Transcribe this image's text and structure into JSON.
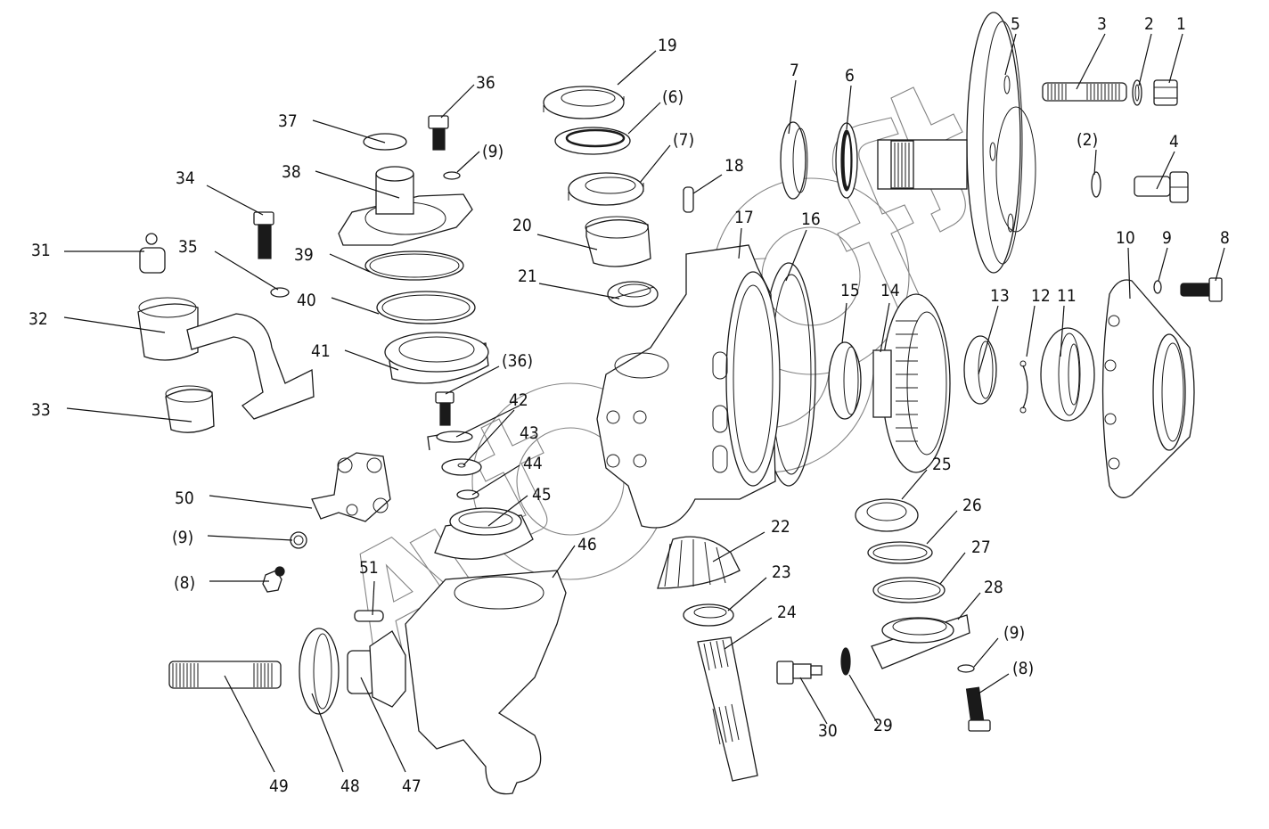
{
  "diagram": {
    "title": "Exploded view – angle gearbox / axle hub assembly",
    "watermark": "Altecsoft",
    "callouts": [
      {
        "label": "1",
        "part": "nut"
      },
      {
        "label": "2",
        "part": "washer"
      },
      {
        "label": "3",
        "part": "stud"
      },
      {
        "label": "(2)",
        "part": "washer"
      },
      {
        "label": "4",
        "part": "wheel bolt"
      },
      {
        "label": "5",
        "part": "hub flange shaft"
      },
      {
        "label": "6",
        "part": "oil seal"
      },
      {
        "label": "7",
        "part": "bearing"
      },
      {
        "label": "8",
        "part": "bolt"
      },
      {
        "label": "9",
        "part": "spring washer"
      },
      {
        "label": "10",
        "part": "side cover"
      },
      {
        "label": "11",
        "part": "bearing"
      },
      {
        "label": "12",
        "part": "circlip"
      },
      {
        "label": "13",
        "part": "spacer"
      },
      {
        "label": "14",
        "part": "crown gear"
      },
      {
        "label": "15",
        "part": "bearing"
      },
      {
        "label": "16",
        "part": "gasket"
      },
      {
        "label": "17",
        "part": "gearbox housing"
      },
      {
        "label": "18",
        "part": "dowel pin"
      },
      {
        "label": "19",
        "part": "dust ring"
      },
      {
        "label": "(6)",
        "part": "oil seal"
      },
      {
        "label": "(7)",
        "part": "bearing"
      },
      {
        "label": "20",
        "part": "bushing"
      },
      {
        "label": "21",
        "part": "needle bearing"
      },
      {
        "label": "22",
        "part": "bevel pinion"
      },
      {
        "label": "23",
        "part": "shim"
      },
      {
        "label": "24",
        "part": "splined shaft"
      },
      {
        "label": "25",
        "part": "bearing"
      },
      {
        "label": "26",
        "part": "shim"
      },
      {
        "label": "27",
        "part": "o-ring"
      },
      {
        "label": "28",
        "part": "bottom cover"
      },
      {
        "label": "(9)",
        "part": "spring washer"
      },
      {
        "label": "(8)",
        "part": "bolt"
      },
      {
        "label": "29",
        "part": "seal washer"
      },
      {
        "label": "30",
        "part": "drain plug"
      },
      {
        "label": "31",
        "part": "grease nipple"
      },
      {
        "label": "32",
        "part": "steering arm"
      },
      {
        "label": "33",
        "part": "bushing"
      },
      {
        "label": "34",
        "part": "bolt"
      },
      {
        "label": "35",
        "part": "washer"
      },
      {
        "label": "36",
        "part": "bolt"
      },
      {
        "label": "(9)",
        "part": "spring washer"
      },
      {
        "label": "37",
        "part": "cap"
      },
      {
        "label": "38",
        "part": "king pin cover"
      },
      {
        "label": "39",
        "part": "o-ring"
      },
      {
        "label": "40",
        "part": "shim"
      },
      {
        "label": "41",
        "part": "bearing"
      },
      {
        "label": "(36)",
        "part": "bolt"
      },
      {
        "label": "42",
        "part": "lock plate"
      },
      {
        "label": "43",
        "part": "washer"
      },
      {
        "label": "44",
        "part": "shim"
      },
      {
        "label": "45",
        "part": "bevel gear"
      },
      {
        "label": "46",
        "part": "upper housing"
      },
      {
        "label": "47",
        "part": "bevel pinion"
      },
      {
        "label": "48",
        "part": "bearing"
      },
      {
        "label": "49",
        "part": "input shaft"
      },
      {
        "label": "50",
        "part": "bracket"
      },
      {
        "label": "(9)",
        "part": "spring washer"
      },
      {
        "label": "(8)",
        "part": "bolt"
      },
      {
        "label": "51",
        "part": "pin"
      }
    ]
  }
}
